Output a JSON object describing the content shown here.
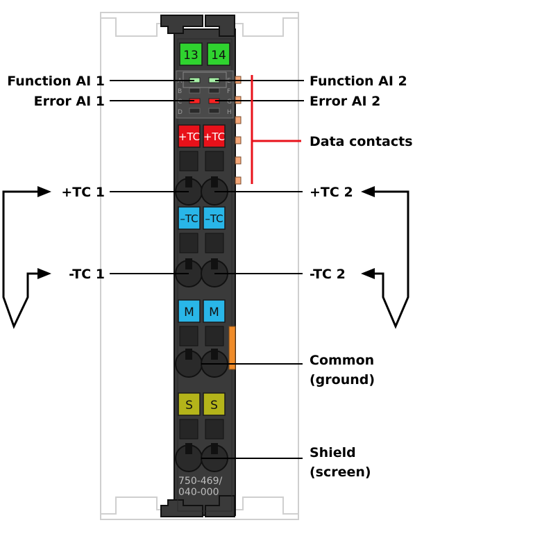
{
  "module": {
    "part_number_line1": "750-469/",
    "part_number_line2": "040-000",
    "channel_numbers": [
      "13",
      "14"
    ],
    "led_letters_left": [
      "A",
      "B",
      "C",
      "D"
    ],
    "led_letters_right": [
      "E",
      "F",
      "G",
      "H"
    ],
    "terminal_tags": {
      "plus_tc": "+TC",
      "minus_tc": "–TC",
      "m": "M",
      "s": "S"
    }
  },
  "labels": {
    "function_ai1": "Function AI 1",
    "error_ai1": "Error AI 1",
    "function_ai2": "Function AI 2",
    "error_ai2": "Error AI 2",
    "data_contacts": "Data contacts",
    "plus_tc1": "+TC 1",
    "minus_tc1": "-TC 1",
    "plus_tc2": "+TC 2",
    "minus_tc2": "-TC 2",
    "common_line1": "Common",
    "common_line2": "(ground)",
    "shield_line1": "Shield",
    "shield_line2": "(screen)"
  },
  "colors": {
    "housing": "#3a3a3a",
    "channel_green": "#2fd32f",
    "tc_red": "#e8111a",
    "tc_blue": "#29b6e8",
    "shield_olive": "#b4b41a",
    "data_contact_line": "#e8111a",
    "led_green": "#a6f0a6",
    "led_red": "#ff2222"
  }
}
